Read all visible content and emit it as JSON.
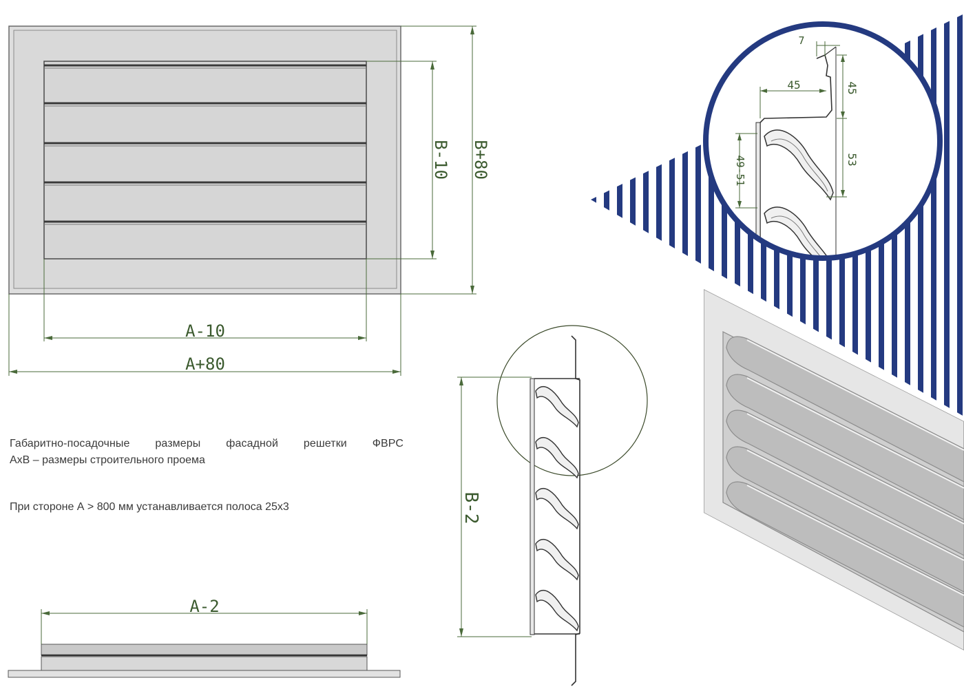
{
  "notes": {
    "line1": "Габаритно-посадочные размеры фасадной решетки ФВРС",
    "line2": "АхВ – размеры строительного проема",
    "line3": "При стороне А > 800 мм устанавливается полоса 25х3"
  },
  "dimensions": {
    "front": {
      "inner_width": "A-10",
      "outer_width": "A+80",
      "inner_height": "B-10",
      "outer_height": "B+80"
    },
    "top_view": {
      "width": "A-2"
    },
    "side_view": {
      "height": "B-2"
    },
    "detail": {
      "d7": "7",
      "d45_h": "45",
      "d45_v": "45",
      "d53": "53",
      "d49_51": "49-51"
    }
  },
  "colors": {
    "dimension_line": "#4a6a3a",
    "accent_navy": "#243a80",
    "frame_fill": "#dcdcdc",
    "blade_fill": "#d3d3d3"
  }
}
